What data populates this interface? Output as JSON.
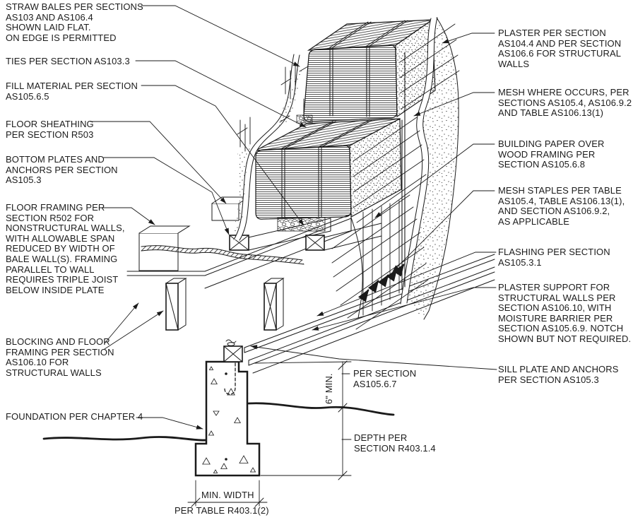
{
  "diagram": {
    "type": "construction-detail",
    "subject": "Straw bale wall on raised floor and foundation, code-reference detail",
    "background_color": "#ffffff",
    "line_color": "#1a1a1a",
    "text_color": "#1c1c1c"
  },
  "labels": [
    {
      "id": "straw-bales",
      "text": "STRAW BALES PER SECTIONS\nAS103 AND AS106.4\nSHOWN LAID FLAT.\nON EDGE IS PERMITTED"
    },
    {
      "id": "ties",
      "text": "TIES PER SECTION AS103.3"
    },
    {
      "id": "fill-material",
      "text": "FILL MATERIAL PER SECTION\nAS105.6.5"
    },
    {
      "id": "floor-sheathing",
      "text": "FLOOR SHEATHING\nPER SECTION R503"
    },
    {
      "id": "bottom-plates",
      "text": "BOTTOM PLATES AND\nANCHORS PER SECTION\nAS105.3"
    },
    {
      "id": "floor-framing",
      "text": "FLOOR FRAMING PER\nSECTION R502 FOR\nNONSTRUCTURAL WALLS,\nWITH ALLOWABLE SPAN\nREDUCED BY WIDTH OF\nBALE WALL(S). FRAMING\nPARALLEL TO WALL\nREQUIRES TRIPLE JOIST\nBELOW INSIDE PLATE"
    },
    {
      "id": "blocking",
      "text": "BLOCKING AND FLOOR\nFRAMING PER SECTION\nAS106.10 FOR\nSTRUCTURAL WALLS"
    },
    {
      "id": "foundation",
      "text": "FOUNDATION PER CHAPTER 4"
    },
    {
      "id": "plaster",
      "text": "PLASTER PER SECTION\nAS104.4 AND PER SECTION\nAS106.6 FOR STRUCTURAL\nWALLS"
    },
    {
      "id": "mesh",
      "text": "MESH WHERE OCCURS, PER\nSECTIONS AS105.4, AS106.9.2\nAND TABLE AS106.13(1)"
    },
    {
      "id": "building-paper",
      "text": "BUILDING PAPER OVER\nWOOD FRAMING PER\nSECTION AS105.6.8"
    },
    {
      "id": "mesh-staples",
      "text": "MESH STAPLES PER TABLE\nAS105.4, TABLE AS106.13(1),\nAND SECTION AS106.9.2,\nAS APPLICABLE"
    },
    {
      "id": "flashing",
      "text": "FLASHING PER SECTION\nAS105.3.1"
    },
    {
      "id": "plaster-support",
      "text": "PLASTER SUPPORT FOR\nSTRUCTURAL WALLS PER\nSECTION AS106.10, WITH\nMOISTURE BARRIER PER\nSECTION AS105.6.9. NOTCH\nSHOWN BUT NOT REQUIRED."
    },
    {
      "id": "sill-plate",
      "text": "SILL PLATE AND ANCHORS\nPER SECTION AS105.3"
    },
    {
      "id": "per-section-as105-6-7",
      "text": "PER SECTION\nAS105.6.7"
    },
    {
      "id": "six-inch-min",
      "text": "6\" MIN."
    },
    {
      "id": "depth",
      "text": "DEPTH PER\nSECTION R403.1.4"
    },
    {
      "id": "min-width",
      "text": "MIN. WIDTH"
    },
    {
      "id": "per-table",
      "text": "PER TABLE R403.1(2)"
    }
  ]
}
